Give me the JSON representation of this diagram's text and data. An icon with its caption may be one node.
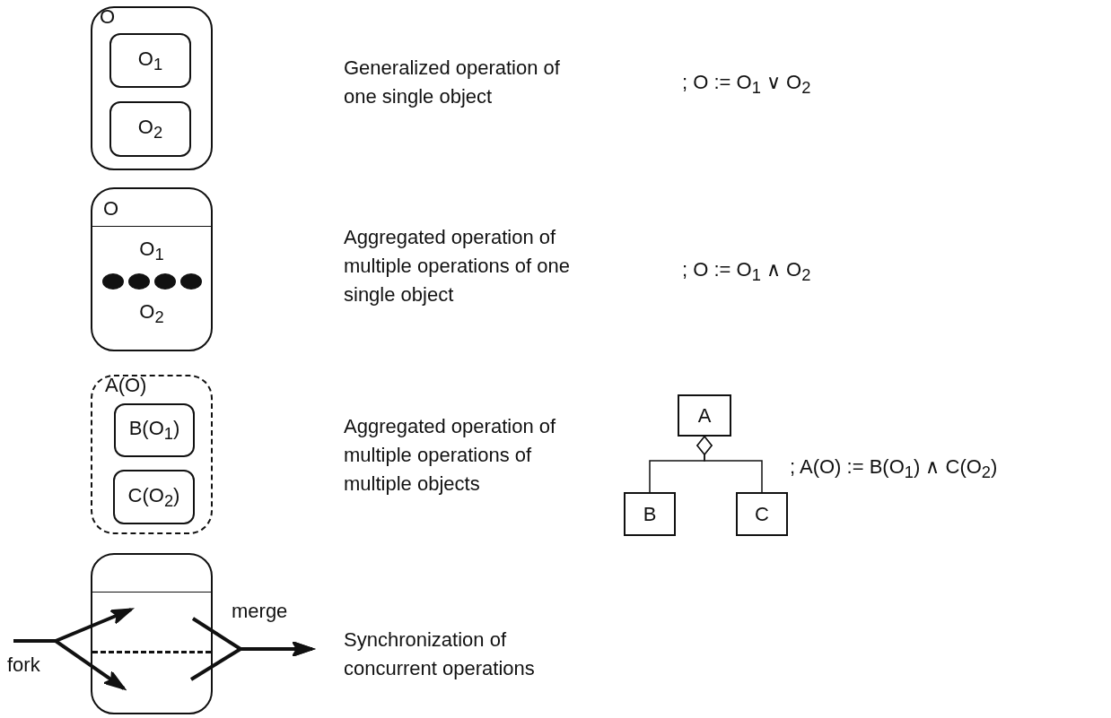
{
  "diagram": {
    "nodes": [
      {
        "text": [
          "O"
        ]
      },
      {
        "text": [
          "O$_{1}$"
        ],
        "in": 0
      },
      {
        "text": [
          "O$_{2}$"
        ],
        "in": 0
      },
      {
        "text": [
          "O",
          "O$_{1}$",
          "O$_{2}$"
        ]
      },
      {
        "text": [
          "A(O)"
        ]
      },
      {
        "text": [
          "B(O$_{1}$)"
        ],
        "in": 4
      },
      {
        "text": [
          "C(O$_{2}$)"
        ],
        "in": 4
      },
      {
        "text": [
          "A"
        ]
      },
      {
        "text": [
          "B"
        ]
      },
      {
        "text": [
          "C"
        ]
      },
      {
        "text": [],
        "shape": "box"
      }
    ],
    "edges": [
      {
        "from": 7,
        "to": 8,
        "arrow": "other"
      },
      {
        "from": 7,
        "to": 9,
        "arrow": "other"
      },
      {
        "from": null,
        "to": 10,
        "arrow": "to",
        "label": "fork"
      },
      {
        "from": null,
        "to": 10,
        "arrow": "to"
      },
      {
        "from": 10,
        "to": null,
        "arrow": "to",
        "label": "merge"
      },
      {
        "from": 10,
        "to": null,
        "arrow": "to"
      }
    ],
    "labels": [
      "Generalized operation of one single object",
      "; O := O$_{1}$ ∨ O$_{2}$",
      "Aggregated operation of multiple operations of one single object",
      "; O := O$_{1}$ ∧ O$_{2}$",
      "Aggregated operation of multiple operations of multiple objects",
      "; A(O) := B(O$_{1}$) ∧ C(O$_{2}$)",
      "Synchronization of concurrent operations"
    ]
  }
}
